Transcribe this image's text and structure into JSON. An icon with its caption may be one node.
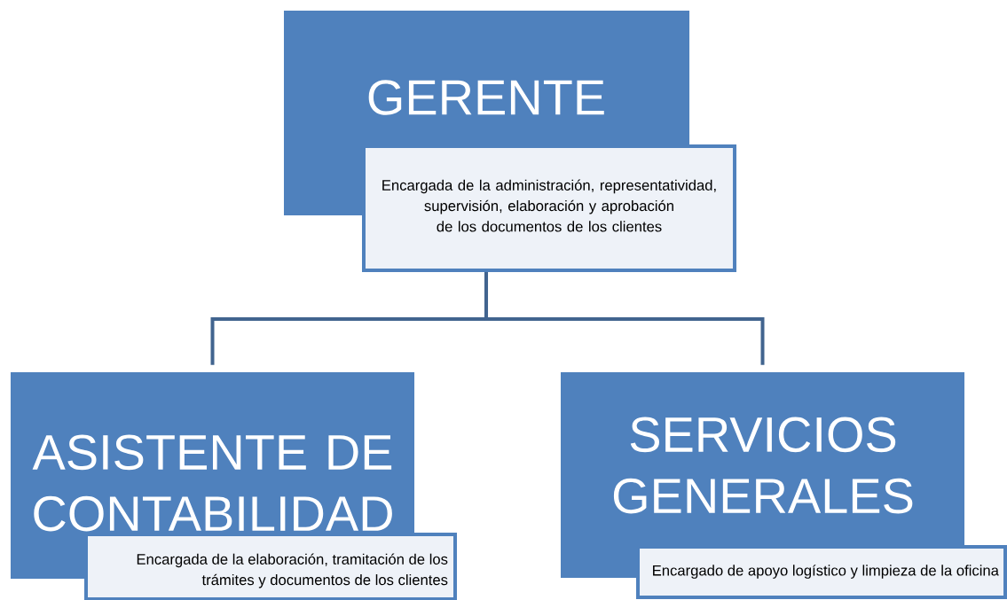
{
  "diagram": {
    "nodes": [
      {
        "text": [
          "GERENTE"
        ]
      },
      {
        "text": [
          "Encargada de la administración, representatividad, supervisión, elaboración y aprobación de los documentos de los clientes"
        ]
      },
      {
        "text": [
          "ASISTENTE DE CONTABILIDAD"
        ]
      },
      {
        "text": [
          "Encargada de la elaboración, tramitación de los trámites y documentos de los clientes"
        ]
      },
      {
        "text": [
          "SERVICIOS GENERALES"
        ]
      },
      {
        "text": [
          "Encargado de apoyo logístico y limpieza de la oficina"
        ]
      }
    ],
    "edges": [
      {
        "from": 1,
        "to": 2,
        "arrow": "none"
      },
      {
        "from": 1,
        "to": 4,
        "arrow": "none"
      }
    ]
  }
}
